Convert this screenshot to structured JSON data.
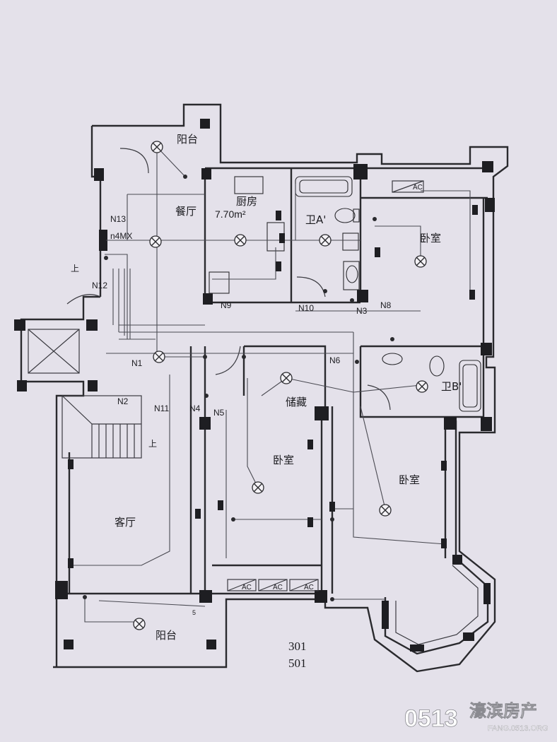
{
  "rooms": {
    "balcony_top": "阳台",
    "dining": "餐厅",
    "kitchen": "厨房",
    "kitchen_area": "7.70m²",
    "bath_a": "卫A'",
    "bedroom_east": "卧室",
    "storage": "储藏",
    "bath_b": "卫B'",
    "bedroom_center": "卧室",
    "bedroom_south": "卧室",
    "living": "客厅",
    "balcony_bottom": "阳台"
  },
  "tags": {
    "n13": "N13",
    "n4mx": "n4MX",
    "n12": "N12",
    "up_left": "上",
    "up_stair": "上",
    "n1": "N1",
    "n2": "N2",
    "n11": "N11",
    "n4": "N4",
    "n5": "N5",
    "n6": "N6",
    "n8": "N8",
    "n9": "N9",
    "n10": "N10",
    "n3": "N3",
    "five": "5"
  },
  "ac": {
    "top": "AC",
    "bottom_1": "AC",
    "bottom_2": "AC",
    "bottom_3": "AC"
  },
  "unit_numbers": [
    "301",
    "501"
  ],
  "watermark": {
    "number": "0513",
    "name": "濠滨房产",
    "url": "FANG.0513.ORG"
  },
  "colors": {
    "paper": "#e4e1ea",
    "ink": "#2a2a2e"
  }
}
